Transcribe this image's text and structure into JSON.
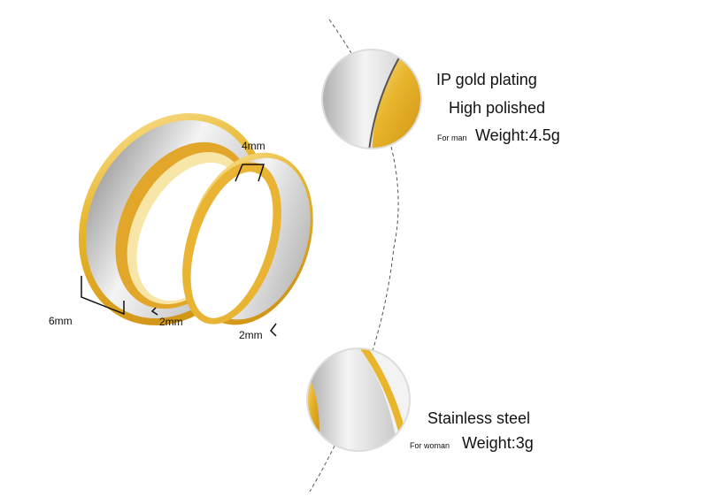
{
  "dimensions": {
    "mens_ring_width": "6mm",
    "mens_ring_edge": "2mm",
    "womens_ring_width": "4mm",
    "womens_ring_edge": "2mm"
  },
  "callout_man": {
    "line1": "IP gold plating",
    "line2": "High polished",
    "label": "For man",
    "weight": "Weight:4.5g"
  },
  "callout_woman": {
    "line1": "Stainless steel",
    "label": "For woman",
    "weight": "Weight:3g"
  },
  "colors": {
    "gold": "#e8b52c",
    "silver": "#c9c9c9",
    "text": "#111111"
  }
}
